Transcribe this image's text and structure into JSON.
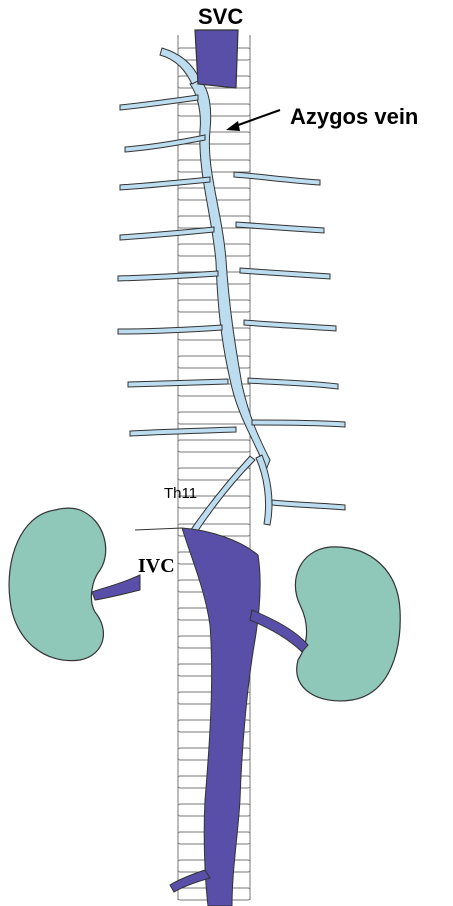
{
  "labels": {
    "svc": "SVC",
    "azygos": "Azygos vein",
    "th11": "Th11",
    "ivc": "IVC"
  },
  "colors": {
    "azygos_fill": "#bcdcf0",
    "vena_cava_fill": "#5a4fa8",
    "kidney_fill": "#8fc8b8",
    "outline": "#333333",
    "spine_line": "#777777"
  }
}
